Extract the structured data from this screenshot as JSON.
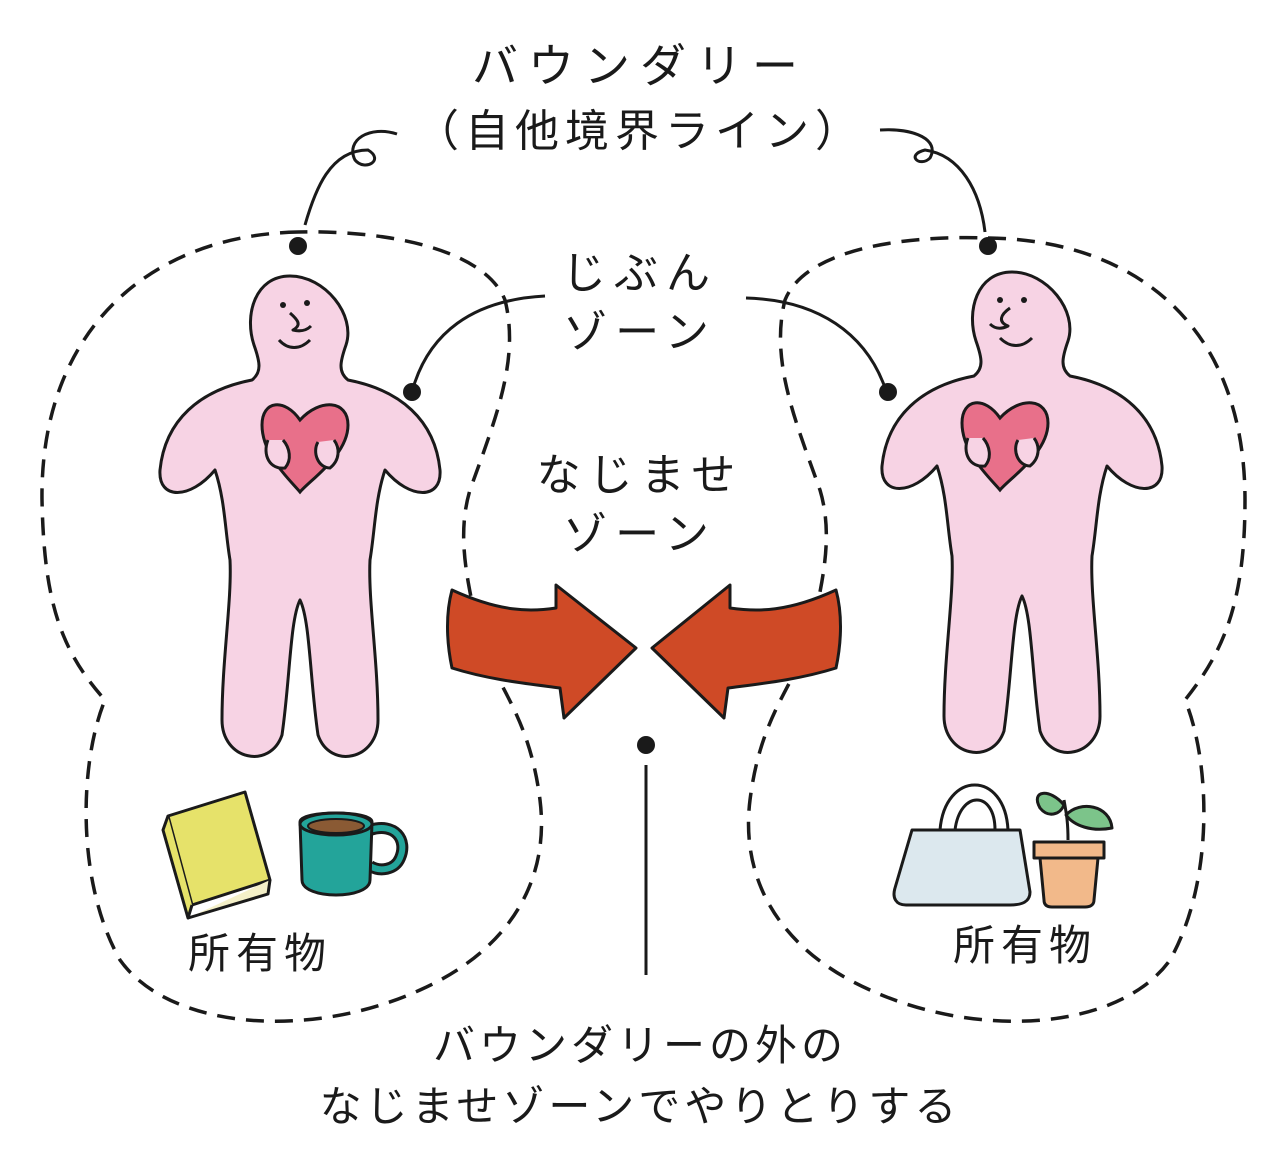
{
  "title": {
    "line1": "バウンダリー",
    "line2": "（自他境界ライン）"
  },
  "zones": {
    "self": "じぶん\nゾーン",
    "blend": "なじませ\nゾーン"
  },
  "possessions": {
    "left": "所有物",
    "right": "所有物"
  },
  "caption": "バウンダリーの外の\nなじませゾーンでやりとりする",
  "colors": {
    "figure_fill": "#f7d3e4",
    "heart_fill": "#e8708a",
    "arrow_fill": "#cf4a26",
    "book_fill": "#e6e26a",
    "mug_fill": "#23a49a",
    "coffee": "#8a5a34",
    "bag_fill": "#dce8ee",
    "pot_fill": "#f2b98a",
    "leaf_fill": "#7cc48a",
    "line": "#1a1a1a"
  },
  "icons": [
    "book-icon",
    "mug-icon",
    "tote-bag-icon",
    "potted-plant-icon",
    "heart-icon",
    "arrow-right-icon",
    "arrow-left-icon"
  ]
}
